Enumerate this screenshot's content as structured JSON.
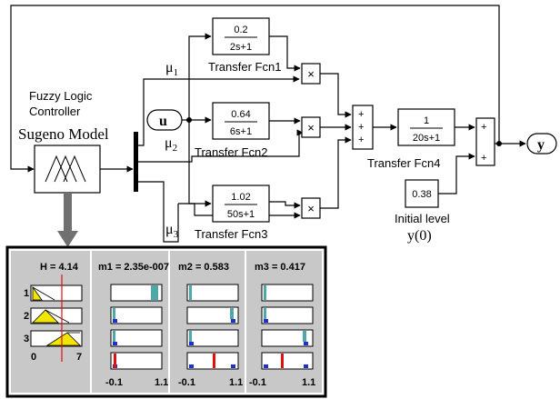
{
  "controller": {
    "title_line1": "Fuzzy Logic",
    "title_line2": "Controller",
    "model": "Sugeno Model"
  },
  "inputs": {
    "u": "u"
  },
  "outputs": {
    "y": "y"
  },
  "mu": {
    "m1": "μ",
    "s1": "1",
    "m2": "μ",
    "s2": "2",
    "m3": "μ",
    "s3": "3"
  },
  "tf1": {
    "num": "0.2",
    "den": "2s+1",
    "name": "Transfer Fcn1"
  },
  "tf2": {
    "num": "0.64",
    "den": "6s+1",
    "name": "Transfer Fcn2"
  },
  "tf3": {
    "num": "1.02",
    "den": "50s+1",
    "name": "Transfer Fcn3"
  },
  "tf4": {
    "num": "1",
    "den": "20s+1",
    "name": "Transfer Fcn4"
  },
  "product_symbol": "×",
  "plus": "+",
  "initial": {
    "value": "0.38",
    "label": "Initial level",
    "symbol": "y(0)"
  },
  "rule_viewer": {
    "h_label": "H = 4.14",
    "m_labels": [
      "m1 = 2.35e-007",
      "m2 = 0.583",
      "m3 = 0.417"
    ],
    "row_nums": [
      "1",
      "2",
      "3"
    ],
    "input_axis": [
      "0",
      "7"
    ],
    "output_axis": [
      "-0.1",
      "1.1"
    ],
    "colors": {
      "teal": "#4fa7a7",
      "blue": "#1f2fd6",
      "red": "#e01010",
      "yellow": "#f2e600"
    }
  }
}
